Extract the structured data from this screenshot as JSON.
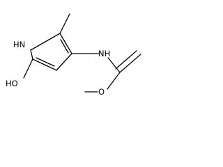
{
  "molecule": {
    "atoms": {
      "nh_ring": "HN",
      "oh": "HO",
      "nh_amide": "NH",
      "o_ester": "O"
    }
  }
}
